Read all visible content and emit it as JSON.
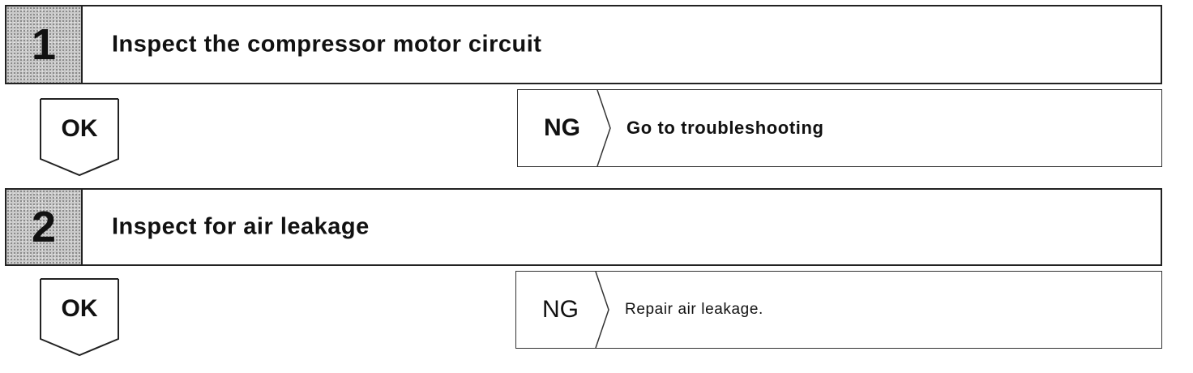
{
  "steps": [
    {
      "number": "1",
      "title": "Inspect the compressor motor circuit",
      "ok_label": "OK",
      "ng_label": "NG",
      "ng_action": "Go to troubleshooting"
    },
    {
      "number": "2",
      "title": "Inspect for air leakage",
      "ok_label": "OK",
      "ng_label": "NG",
      "ng_action": "Repair air leakage."
    }
  ]
}
